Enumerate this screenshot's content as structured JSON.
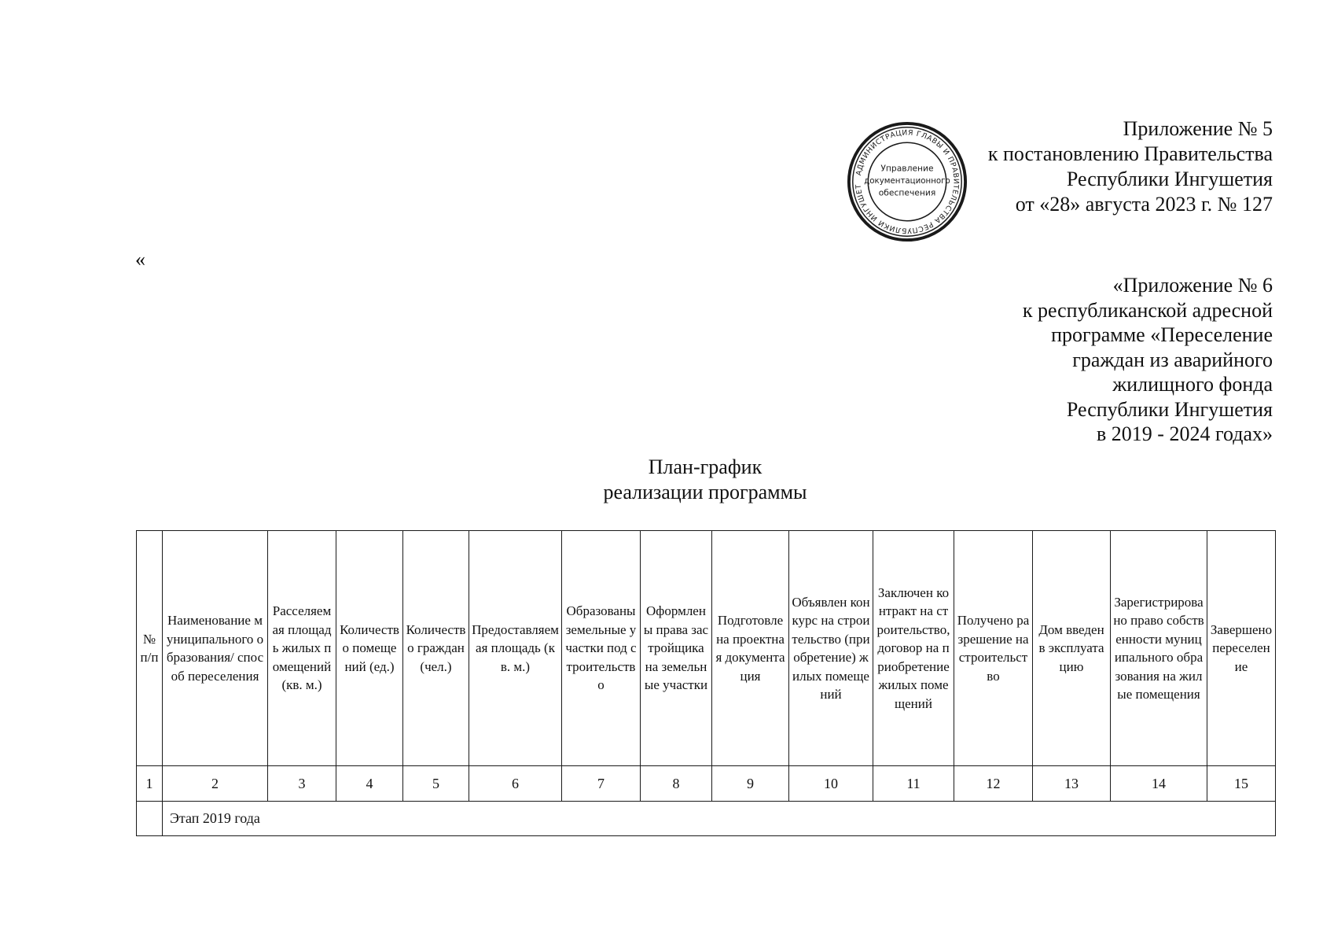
{
  "header": {
    "line1": "Приложение № 5",
    "line2": "к постановлению Правительства",
    "line3": "Республики Ингушетия",
    "line4": "от «28» августа 2023 г. № 127"
  },
  "seal": {
    "outer_text": "АДМИНИСТРАЦИЯ ГЛАВЫ И ПРАВИТЕЛЬСТВА РЕСПУБЛИКИ ИНГУШЕТИЯ",
    "line1": "Управление",
    "line2": "документационного",
    "line3": "обеспечения"
  },
  "open_quote": "«",
  "appendix": {
    "lines": [
      "«Приложение № 6",
      "к республиканской адресной",
      "программе «Переселение",
      "граждан из аварийного",
      "жилищного фонда",
      "Республики Ингушетия",
      "в 2019 - 2024 годах»"
    ]
  },
  "title": {
    "line1": "План-график",
    "line2": "реализации программы"
  },
  "table": {
    "headers": [
      "№ п/п",
      "Наименование муниципального образования/ способ переселения",
      "Расселяемая площадь жилых помещений (кв. м.)",
      "Количество помещений (ед.)",
      "Количество граждан (чел.)",
      "Предоставляемая площадь (кв. м.)",
      "Образованы земельные участки под строительство",
      "Оформлены права застройщика на земельные участки",
      "Подготовлена проектная документация",
      "Объявлен конкурс на строительство (приобретение) жилых помещений",
      "Заключен контракт на строительство, договор на приобретение жилых помещений",
      "Получено разрешение на строительство",
      "Дом введен в эксплуатацию",
      "Зарегистрировано право собственности муниципального образования на жилые помещения",
      "Завершено переселение"
    ],
    "numbers": [
      "1",
      "2",
      "3",
      "4",
      "5",
      "6",
      "7",
      "8",
      "9",
      "10",
      "11",
      "12",
      "13",
      "14",
      "15"
    ],
    "stage_label": "Этап 2019 года"
  }
}
